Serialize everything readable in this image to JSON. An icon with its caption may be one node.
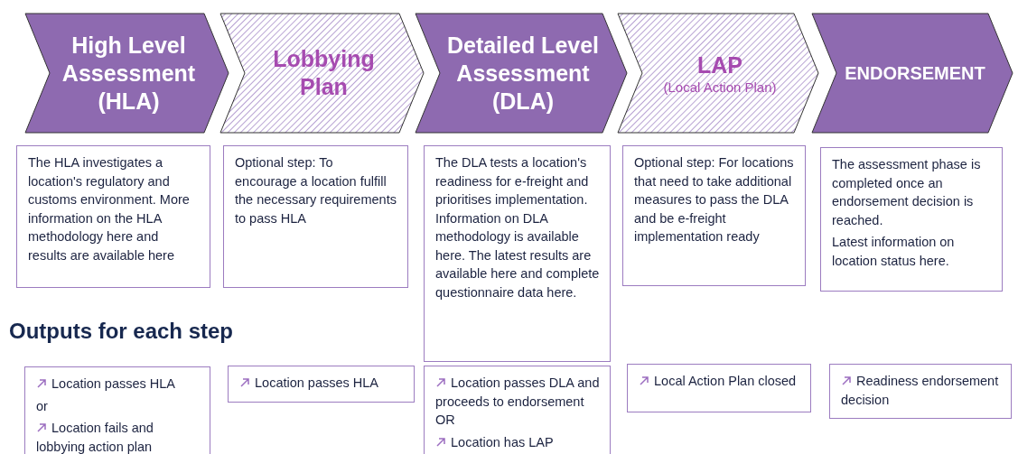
{
  "diagram": {
    "nodes": [
      {
        "text": [
          "High Level Assessment (HLA)"
        ]
      },
      {
        "text": [
          "Lobbying Plan"
        ]
      },
      {
        "text": [
          "Detailed Level Assessment (DLA)"
        ]
      },
      {
        "text": [
          "LAP",
          "(Local Action Plan)"
        ]
      },
      {
        "text": [
          "ENDORSEMENT"
        ]
      },
      {
        "text": [
          "The HLA investigates a location's regulatory and customs environment. More information on the HLA methodology here and results are available here"
        ]
      },
      {
        "text": [
          "Optional step: To encourage a location fulfill the necessary requirements to pass HLA"
        ]
      },
      {
        "text": [
          "The DLA tests a location's readiness for e-freight and prioritises implementation. Information on DLA methodology is available here. The latest results are available here and complete questionnaire data here."
        ]
      },
      {
        "text": [
          "Optional step: For locations that need to take additional measures to pass the DLA and be e-freight implementation ready"
        ]
      },
      {
        "text": [
          "The assessment phase is completed once an endorsement decision is reached.",
          "Latest information on location status here."
        ]
      },
      {
        "text": [
          "Location passes HLA",
          "or",
          "Location fails and lobbying action plan"
        ]
      },
      {
        "text": [
          "Location passes HLA"
        ]
      },
      {
        "text": [
          "Location passes DLA and proceeds to endorsement OR",
          "Location has LAP"
        ]
      },
      {
        "text": [
          "Local Action Plan closed"
        ]
      },
      {
        "text": [
          "Readiness endorsement decision"
        ]
      }
    ],
    "labels": [
      "Outputs for each step"
    ]
  }
}
